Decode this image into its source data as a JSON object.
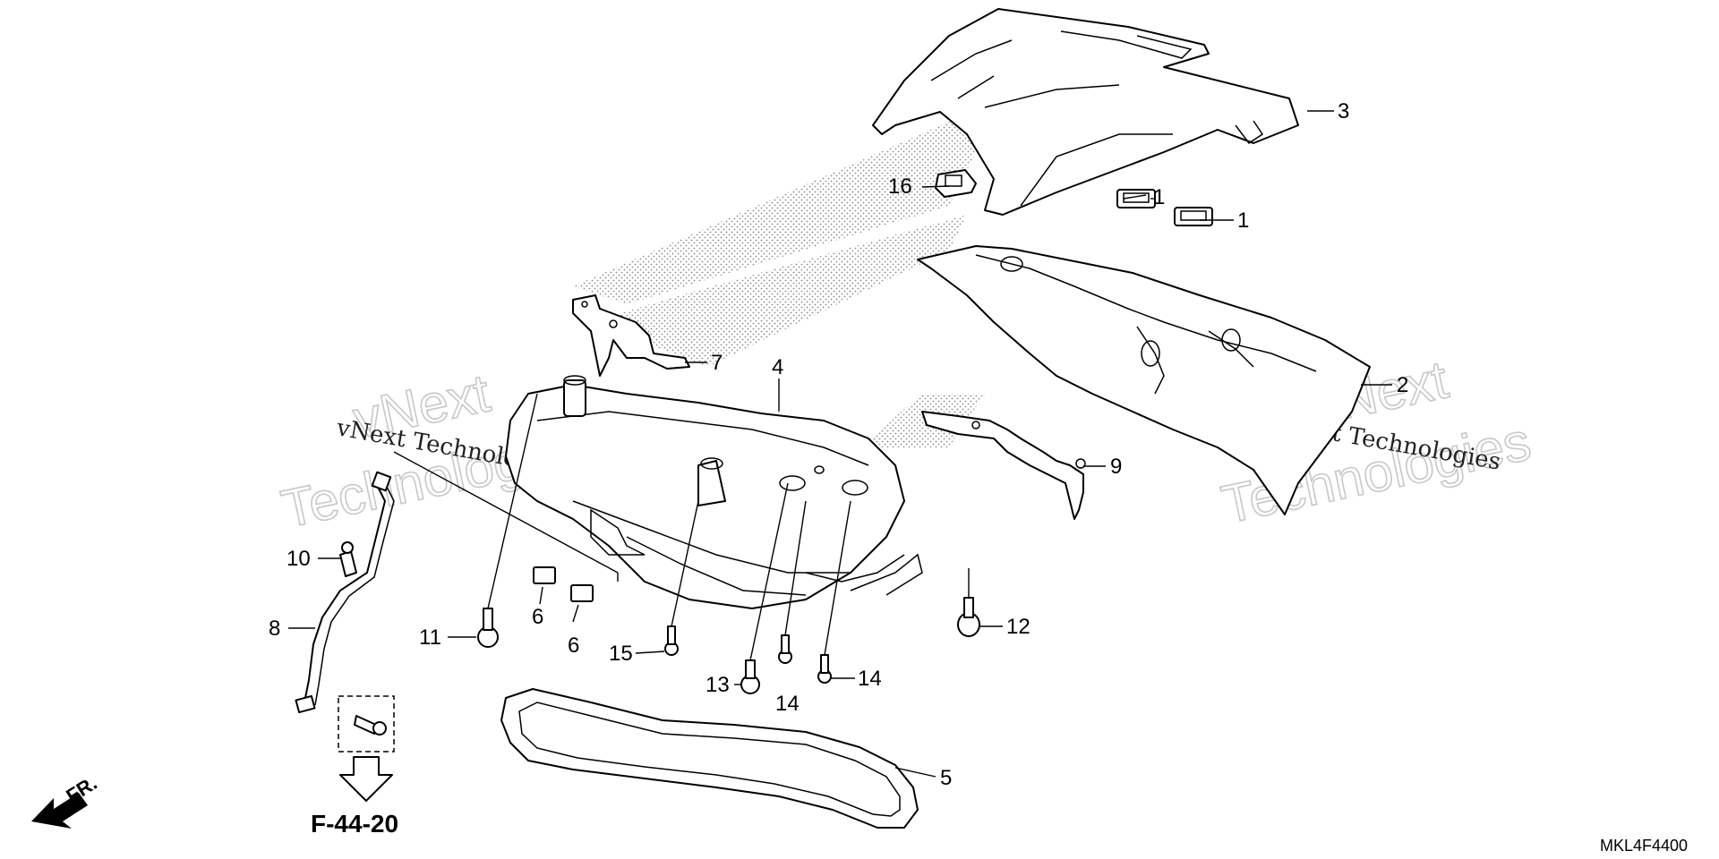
{
  "callouts": [
    {
      "id": "c3",
      "label": "3"
    },
    {
      "id": "c16",
      "label": "16"
    },
    {
      "id": "c1a",
      "label": "1"
    },
    {
      "id": "c1b",
      "label": "1"
    },
    {
      "id": "c7",
      "label": "7"
    },
    {
      "id": "c4",
      "label": "4"
    },
    {
      "id": "c2",
      "label": "2"
    },
    {
      "id": "c9",
      "label": "9"
    },
    {
      "id": "c10",
      "label": "10"
    },
    {
      "id": "c8",
      "label": "8"
    },
    {
      "id": "c11",
      "label": "11"
    },
    {
      "id": "c6a",
      "label": "6"
    },
    {
      "id": "c6b",
      "label": "6"
    },
    {
      "id": "c15",
      "label": "15"
    },
    {
      "id": "c13",
      "label": "13"
    },
    {
      "id": "c14a",
      "label": "14"
    },
    {
      "id": "c14b",
      "label": "14"
    },
    {
      "id": "c12",
      "label": "12"
    },
    {
      "id": "c5",
      "label": "5"
    }
  ],
  "reference": "F-44-20",
  "front_marker": "FR.",
  "diagram_code": "MKL4F4400",
  "watermarks": {
    "small_1": "vNext Technologies",
    "small_2": "vNext Technologies",
    "big_1a": "vNext",
    "big_1b": "Technologies",
    "big_2a": "vNext",
    "big_2b": "Technologies"
  },
  "colors": {
    "line": "#000000",
    "background": "#ffffff",
    "watermark": "#c8c8c8"
  }
}
